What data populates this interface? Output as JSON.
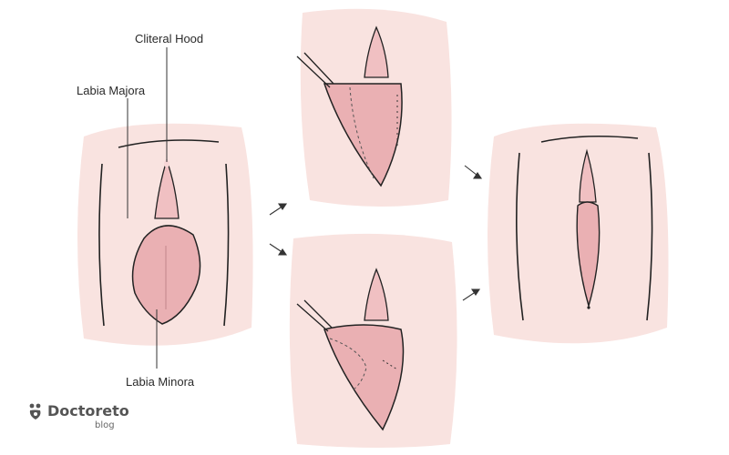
{
  "labels": {
    "clitoral_hood": "Cliteral Hood",
    "labia_majora": "Labia Majora",
    "labia_minora": "Labia Minora"
  },
  "logo": {
    "wordmark": "Doctoreto",
    "subtitle": "blog"
  },
  "colors": {
    "background_blob": "#f9e3e0",
    "tissue_light": "#f3c7c7",
    "tissue_mid": "#eab0b3",
    "outline": "#222222"
  },
  "icons": {
    "logo_mark": "paw-stethoscope-icon",
    "arrow": "diagonal-arrow-icon"
  }
}
